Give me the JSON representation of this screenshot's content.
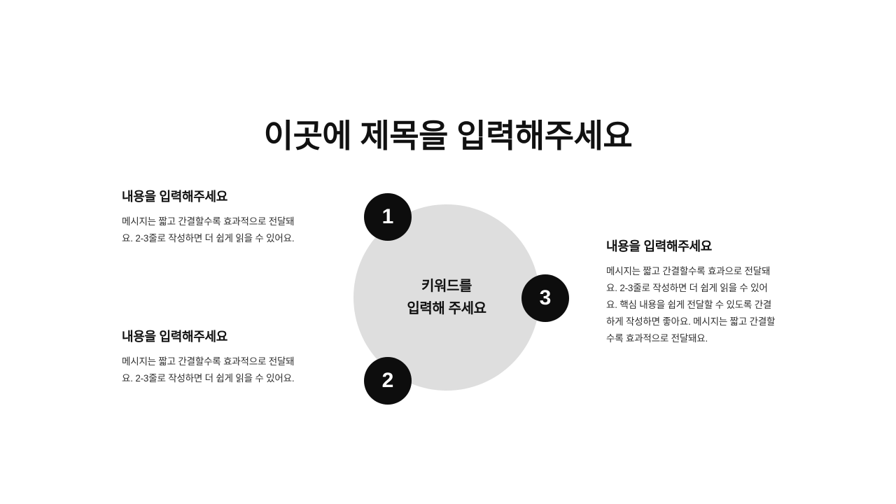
{
  "slide": {
    "background_color": "#ffffff",
    "title": "이곳에 제목을 입력해주세요"
  },
  "center": {
    "circle_color": "#dedede",
    "label_line1": "키워드를",
    "label_line2": "입력해 주세요"
  },
  "badges": [
    {
      "number": "1",
      "color": "#0d0d0d"
    },
    {
      "number": "2",
      "color": "#0d0d0d"
    },
    {
      "number": "3",
      "color": "#0d0d0d"
    }
  ],
  "blocks": {
    "left_top": {
      "heading": "내용을 입력해주세요",
      "body": "메시지는 짧고 간결할수록 효과적으로 전달돼요. 2-3줄로 작성하면 더 쉽게 읽을 수 있어요."
    },
    "left_bottom": {
      "heading": "내용을 입력해주세요",
      "body": "메시지는 짧고 간결할수록 효과적으로 전달돼요. 2-3줄로 작성하면 더 쉽게 읽을 수 있어요."
    },
    "right": {
      "heading": "내용을 입력해주세요",
      "body": "메시지는 짧고 간결할수록 효과으로 전달돼요. 2-3줄로 작성하면 더 쉽게 읽을 수 있어요. 핵심 내용을 쉽게 전달할 수 있도록 간결하게 작성하면 좋아요. 메시지는 짧고 간결할수록 효과적으로 전달돼요."
    }
  }
}
